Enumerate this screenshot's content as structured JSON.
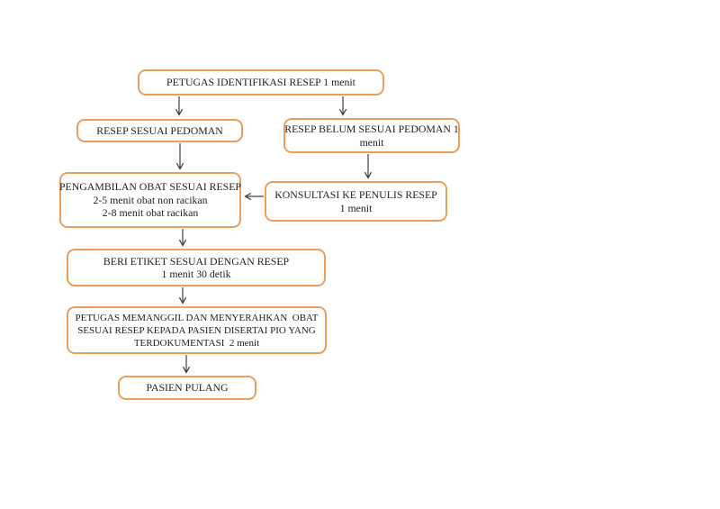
{
  "colors": {
    "box_border": "#EBA05A",
    "arrow": "#404040",
    "text": "#1F1F1F",
    "background": "#FFFFFF"
  },
  "flowchart": {
    "boxes": [
      {
        "id": "identifikasi",
        "lines": [
          "PETUGAS IDENTIFIKASI RESEP 1 menit"
        ]
      },
      {
        "id": "sesuai-pedoman",
        "lines": [
          "RESEP SESUAI PEDOMAN"
        ]
      },
      {
        "id": "belum-sesuai",
        "lines": [
          "RESEP BELUM SESUAI PEDOMAN 1",
          "menit"
        ]
      },
      {
        "id": "pengambilan",
        "lines": [
          "PENGAMBILAN OBAT SESUAI RESEP",
          "2-5 menit obat non racikan",
          "2-8 menit obat racikan"
        ]
      },
      {
        "id": "konsultasi",
        "lines": [
          "KONSULTASI KE PENULIS RESEP",
          "1 menit"
        ]
      },
      {
        "id": "beri-etiket",
        "lines": [
          "BERI ETIKET SESUAI DENGAN RESEP",
          "1 menit 30 detik"
        ]
      },
      {
        "id": "penyerahan",
        "lines": [
          "PETUGAS MEMANGGIL DAN MENYERAHKAN  OBAT",
          "SESUAI RESEP KEPADA PASIEN DISERTAI PIO YANG",
          "TERDOKUMENTASI  2 menit"
        ]
      },
      {
        "id": "pasien-pulang",
        "lines": [
          "PASIEN PULANG"
        ]
      }
    ]
  }
}
